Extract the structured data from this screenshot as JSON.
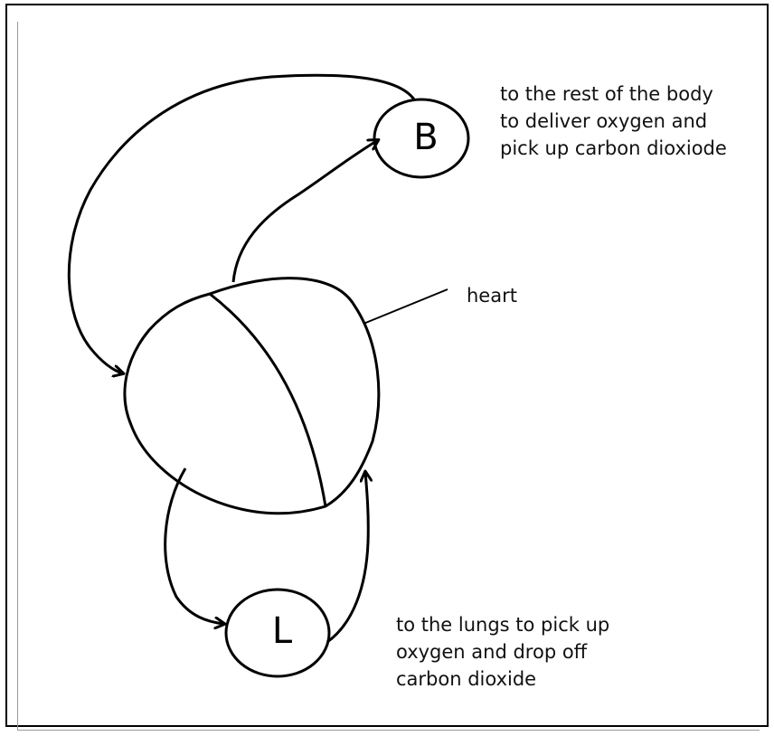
{
  "nodes": {
    "body": {
      "letter": "B"
    },
    "lungs": {
      "letter": "L"
    }
  },
  "labels": {
    "body_lines": [
      "to the rest of the body",
      "to deliver oxygen and",
      "pick up carbon dioxiode"
    ],
    "heart": "heart",
    "lungs_lines": [
      "to the lungs to pick up",
      "oxygen and drop off",
      "carbon dioxide"
    ]
  },
  "colors": {
    "ink": "#000000",
    "background": "#ffffff"
  }
}
